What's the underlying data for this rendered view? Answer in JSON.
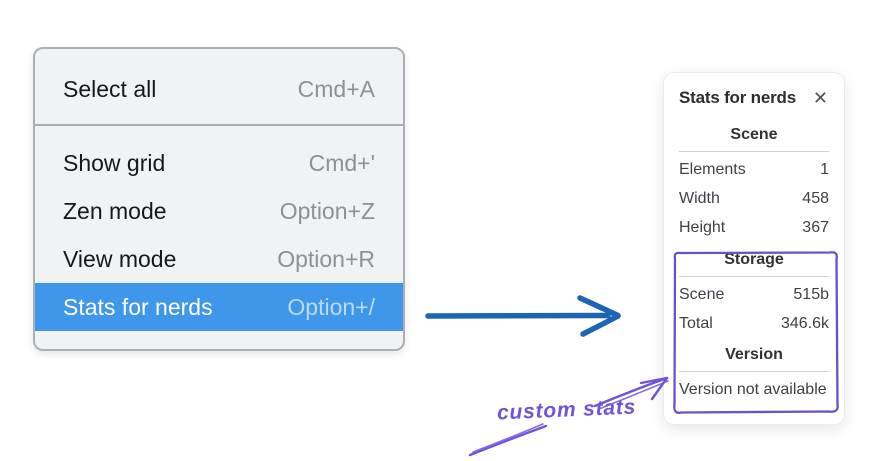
{
  "context_menu": {
    "items": [
      {
        "label": "Select all",
        "shortcut": "Cmd+A",
        "highlighted": false
      },
      {
        "label": "Show grid",
        "shortcut": "Cmd+'",
        "highlighted": false
      },
      {
        "label": "Zen mode",
        "shortcut": "Option+Z",
        "highlighted": false
      },
      {
        "label": "View mode",
        "shortcut": "Option+R",
        "highlighted": false
      },
      {
        "label": "Stats for nerds",
        "shortcut": "Option+/",
        "highlighted": true
      }
    ],
    "highlight_color": "#3e97ea"
  },
  "stats_panel": {
    "title": "Stats for nerds",
    "close_icon": "✕",
    "scene_section": {
      "header": "Scene",
      "rows": [
        {
          "label": "Elements",
          "value": "1"
        },
        {
          "label": "Width",
          "value": "458"
        },
        {
          "label": "Height",
          "value": "367"
        }
      ]
    },
    "storage_section": {
      "header": "Storage",
      "rows": [
        {
          "label": "Scene",
          "value": "515b"
        },
        {
          "label": "Total",
          "value": "346.6k"
        }
      ]
    },
    "version_section": {
      "header": "Version",
      "message": "Version not available"
    }
  },
  "annotation": {
    "label": "custom stats",
    "color": "#7053d6"
  },
  "flow_arrow": {
    "color": "#1d64b5"
  }
}
